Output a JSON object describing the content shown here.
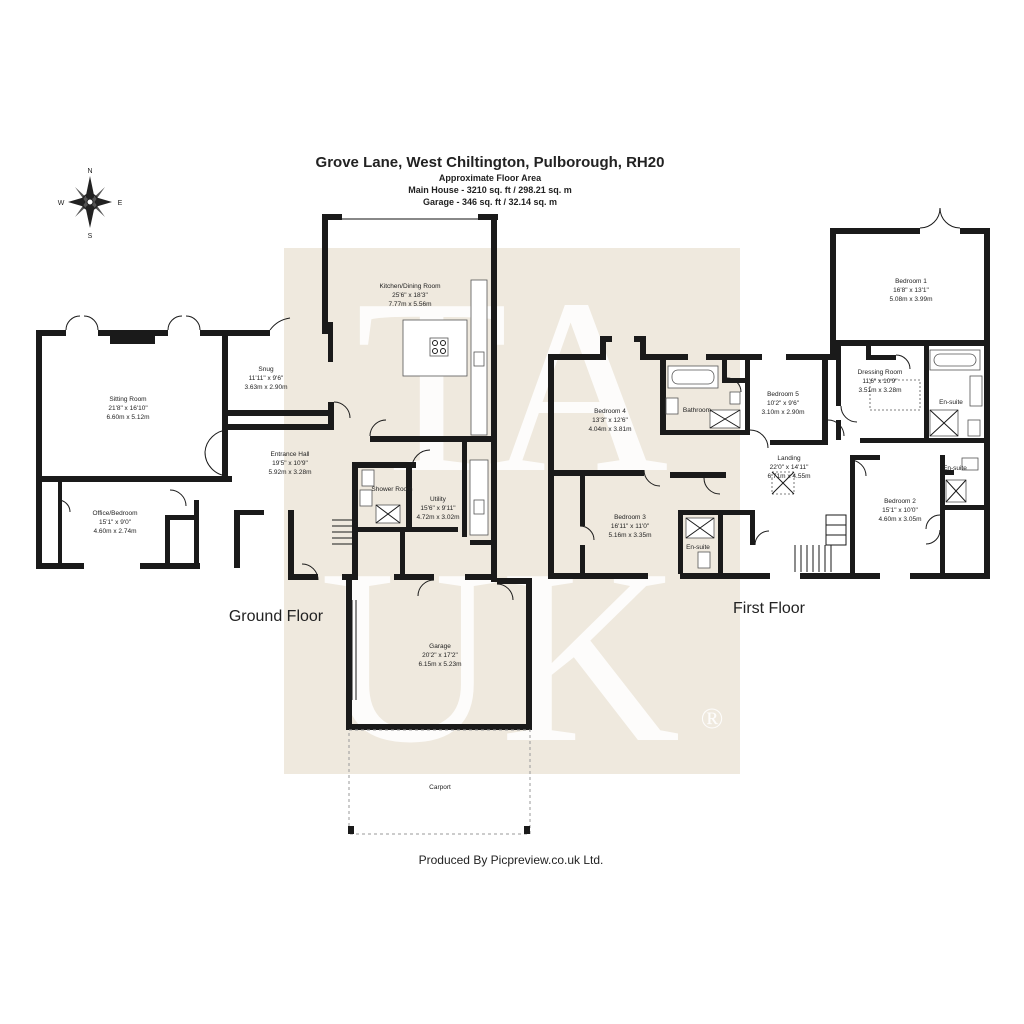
{
  "header": {
    "title": "Grove Lane, West Chiltington, Pulborough, RH20",
    "subtitle": "Approximate Floor Area",
    "area_main": "Main House - 3210 sq. ft / 298.21 sq. m",
    "area_garage": "Garage - 346 sq. ft / 32.14 sq. m"
  },
  "compass": {
    "n": "N",
    "s": "S",
    "e": "E",
    "w": "W"
  },
  "watermark": {
    "line1": "TA",
    "line2": "UK",
    "mark": "®",
    "color": "#efe9de"
  },
  "floors": {
    "ground": {
      "label": "Ground Floor",
      "rooms": {
        "sitting": {
          "name": "Sitting Room",
          "dim_imp": "21'8\" x 16'10\"",
          "dim_met": "6.60m x 5.12m"
        },
        "office": {
          "name": "Office/Bedroom",
          "dim_imp": "15'1\" x 9'0\"",
          "dim_met": "4.60m x 2.74m"
        },
        "snug": {
          "name": "Snug",
          "dim_imp": "11'11\" x 9'6\"",
          "dim_met": "3.63m x 2.90m"
        },
        "kitchen": {
          "name": "Kitchen/Dining Room",
          "dim_imp": "25'6\" x 18'3\"",
          "dim_met": "7.77m x 5.56m"
        },
        "hall": {
          "name": "Entrance Hall",
          "dim_imp": "19'5\" x 10'9\"",
          "dim_met": "5.92m x 3.28m"
        },
        "shower": {
          "name": "Shower Room"
        },
        "utility": {
          "name": "Utility",
          "dim_imp": "15'6\" x 9'11\"",
          "dim_met": "4.72m x 3.02m"
        },
        "garage": {
          "name": "Garage",
          "dim_imp": "20'2\" x 17'2\"",
          "dim_met": "6.15m x 5.23m"
        },
        "carport": {
          "name": "Carport"
        }
      }
    },
    "first": {
      "label": "First Floor",
      "rooms": {
        "bed1": {
          "name": "Bedroom 1",
          "dim_imp": "16'8\" x 13'1\"",
          "dim_met": "5.08m x 3.99m"
        },
        "dressing": {
          "name": "Dressing Room",
          "dim_imp": "11'6\" x 10'9\"",
          "dim_met": "3.51m x 3.28m"
        },
        "ensuite1": {
          "name": "En-suite"
        },
        "ensuite2": {
          "name": "En-suite"
        },
        "bed2": {
          "name": "Bedroom 2",
          "dim_imp": "15'1\" x 10'0\"",
          "dim_met": "4.60m x 3.05m"
        },
        "bed5": {
          "name": "Bedroom 5",
          "dim_imp": "10'2\" x 9'6\"",
          "dim_met": "3.10m x 2.90m"
        },
        "bathroom": {
          "name": "Bathroom"
        },
        "bed4": {
          "name": "Bedroom 4",
          "dim_imp": "13'3\" x 12'6\"",
          "dim_met": "4.04m x 3.81m"
        },
        "landing": {
          "name": "Landing",
          "dim_imp": "22'0\" x 14'11\"",
          "dim_met": "6.71m x 4.55m"
        },
        "bed3": {
          "name": "Bedroom 3",
          "dim_imp": "16'11\" x 11'0\"",
          "dim_met": "5.16m x 3.35m"
        },
        "ensuite3": {
          "name": "En-suite"
        }
      }
    }
  },
  "footer": {
    "credit": "Produced By Picpreview.co.uk Ltd."
  }
}
